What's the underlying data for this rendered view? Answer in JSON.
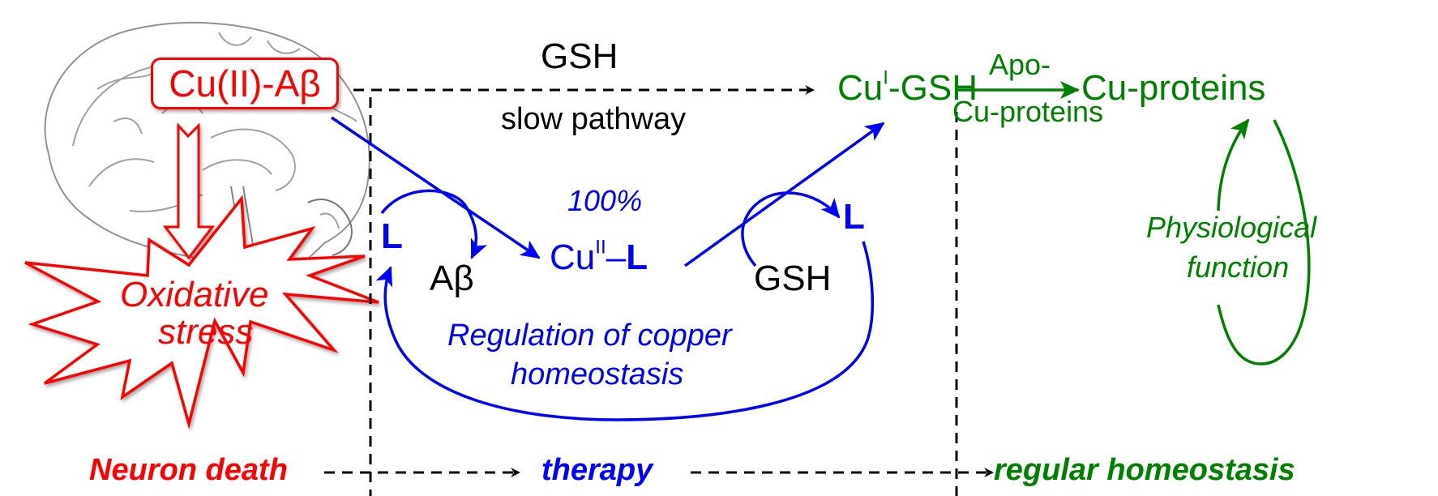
{
  "colors": {
    "toxic": "#ff0000",
    "therapy": "#0000ff",
    "physiological": "#008000",
    "neutral": "#000000"
  },
  "brain_image": {
    "icon": "brain-sketch-icon",
    "description": "sagittal brain sketch"
  },
  "toxic": {
    "complex": "Cu(II)-Aβ",
    "burst_line1": "Oxidative",
    "burst_line2": "stress",
    "outcome": "Neuron death"
  },
  "slow_path": {
    "reagent": "GSH",
    "label": "slow pathway"
  },
  "therapy": {
    "percent": "100%",
    "ligand_left": "L",
    "released": "Aβ",
    "complex_base": "Cu",
    "complex_ox": "II",
    "complex_sep": "–",
    "complex_ligand": "L",
    "reductant": "GSH",
    "ligand_right": "L",
    "cycle_line1": "Regulation of copper",
    "cycle_line2": "homeostasis",
    "outcome": "therapy"
  },
  "physiology": {
    "cu_gsh_base": "Cu",
    "cu_gsh_ox": "I",
    "cu_gsh_rest": "-GSH",
    "arrow_top": "Apo-",
    "arrow_bottom": "Cu-proteins",
    "product": "Cu-proteins",
    "cycle_line1": "Physiological",
    "cycle_line2": "function",
    "outcome": "regular homeostasis"
  }
}
